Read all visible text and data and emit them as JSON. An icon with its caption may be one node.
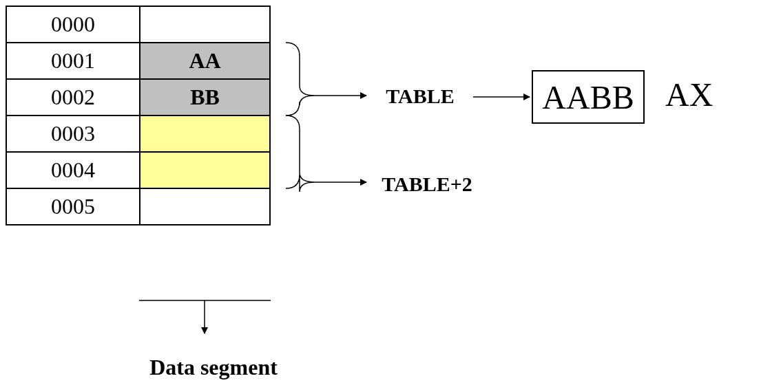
{
  "diagram": {
    "nodes": [
      {
        "text": [],
        "shape": "brace"
      },
      {
        "text": [],
        "shape": "brace"
      },
      {
        "text": [
          "TABLE"
        ]
      },
      {
        "text": [
          "TABLE+2"
        ]
      },
      {
        "text": [
          "AABB"
        ],
        "beside": [
          "AX"
        ]
      },
      {
        "text": [
          "Data segment"
        ]
      }
    ],
    "edges": [
      {
        "from": 0,
        "to": 2,
        "arrow": "to"
      },
      {
        "from": 2,
        "to": 4,
        "arrow": "to"
      },
      {
        "from": 1,
        "to": 3,
        "arrow": "to"
      },
      {
        "from": null,
        "to": 5,
        "arrow": "to"
      }
    ],
    "labels": [
      "0000",
      "0001",
      "AA",
      "0002",
      "BB",
      "0003",
      "0004",
      "0005"
    ]
  }
}
